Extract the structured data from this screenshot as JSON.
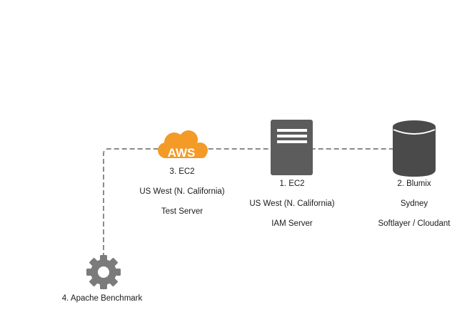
{
  "nodes": {
    "aws_ec2": {
      "icon_text": "AWS",
      "lines": [
        "3. EC2",
        "US West (N. California)",
        "Test Server"
      ]
    },
    "iam_server": {
      "lines": [
        "1. EC2",
        "US West (N. California)",
        "IAM Server"
      ]
    },
    "blumix": {
      "lines": [
        "2. Blumix",
        "Sydney",
        "Softlayer / Cloudant"
      ]
    },
    "benchmark": {
      "lines": [
        "4. Apache Benchmark"
      ]
    }
  },
  "colors": {
    "connector": "#8a8a8a",
    "aws_orange": "#f39a27",
    "server_gray": "#5c5c5c",
    "database_gray": "#4a4a4a",
    "gear_gray": "#7b7b7b"
  }
}
